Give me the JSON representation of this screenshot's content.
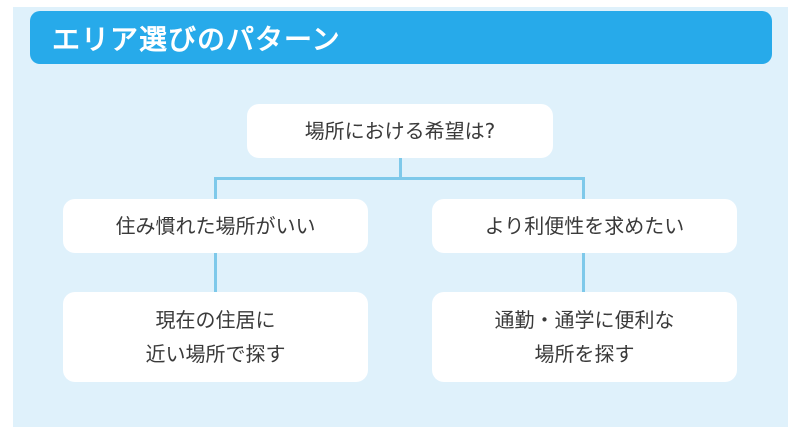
{
  "banner": {
    "title": "エリア選びのパターン"
  },
  "root": {
    "label": "場所における希望は?"
  },
  "branches": [
    {
      "label": "住み慣れた場所がいい",
      "result_lines": [
        "現在の住居に",
        "近い場所で探す"
      ]
    },
    {
      "label": "より利便性を求めたい",
      "result_lines": [
        "通勤・通学に便利な",
        "場所を探す"
      ]
    }
  ],
  "colors": {
    "banner": "#27aaea",
    "panel": "#dff1fb",
    "box": "#ffffff",
    "connector": "#7ec9ea",
    "text": "#3a3a3a"
  }
}
